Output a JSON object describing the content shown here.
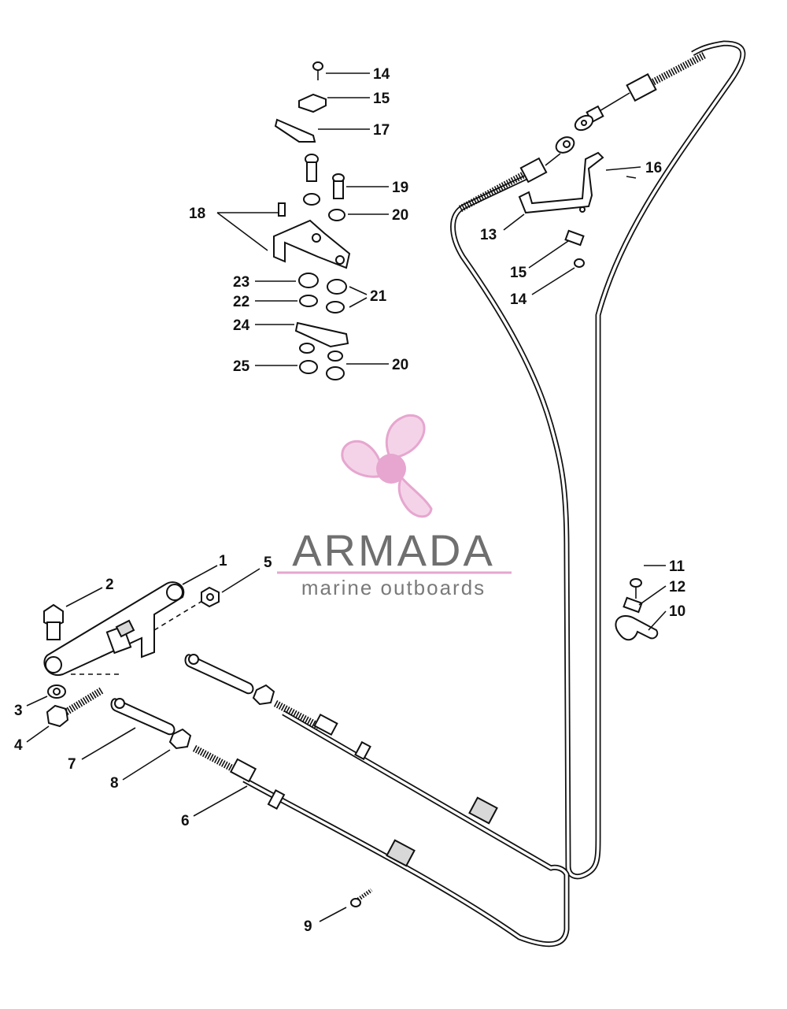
{
  "watermark": {
    "brand": "ARMADA",
    "tagline": "marine outboards",
    "accent_color": "#e6a6cf"
  },
  "callouts": {
    "c1": "1",
    "c2": "2",
    "c3": "3",
    "c4": "4",
    "c5": "5",
    "c6": "6",
    "c7": "7",
    "c8": "8",
    "c9": "9",
    "c10": "10",
    "c11": "11",
    "c12": "12",
    "c13": "13",
    "c14_top": "14",
    "c14_mid": "14",
    "c15_top": "15",
    "c15_mid": "15",
    "c16": "16",
    "c17": "17",
    "c18": "18",
    "c19": "19",
    "c20_top": "20",
    "c20_bottom": "20",
    "c21": "21",
    "c22": "22",
    "c23": "23",
    "c24": "24",
    "c25": "25"
  }
}
